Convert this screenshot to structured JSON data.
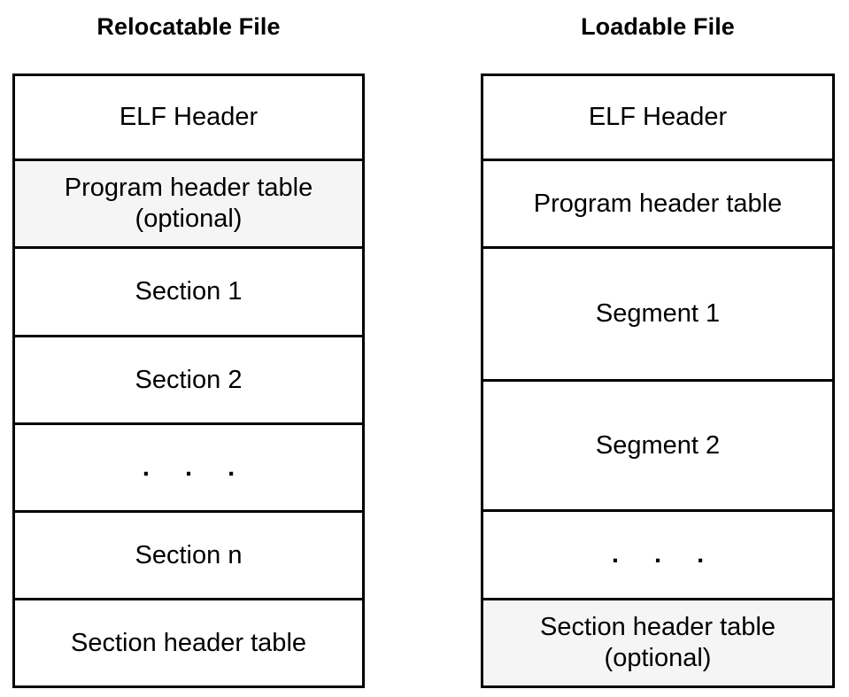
{
  "diagram": {
    "kind": "elf-file-layout-comparison",
    "columns": [
      {
        "id": "relocatable",
        "title": "Relocatable File",
        "rows": [
          {
            "label": "ELF Header",
            "sub": "",
            "shaded": false,
            "height": 96,
            "kind": "text"
          },
          {
            "label": "Program header table",
            "sub": "(optional)",
            "shaded": true,
            "height": 99,
            "kind": "text"
          },
          {
            "label": "Section 1",
            "sub": "",
            "shaded": false,
            "height": 100,
            "kind": "text"
          },
          {
            "label": "Section 2",
            "sub": "",
            "shaded": false,
            "height": 99,
            "kind": "text"
          },
          {
            "label": ". . .",
            "sub": "",
            "shaded": false,
            "height": 99,
            "kind": "dots"
          },
          {
            "label": "Section n",
            "sub": "",
            "shaded": false,
            "height": 99,
            "kind": "text"
          },
          {
            "label": "Section header table",
            "sub": "",
            "shaded": false,
            "height": 96,
            "kind": "text"
          }
        ]
      },
      {
        "id": "loadable",
        "title": "Loadable File",
        "rows": [
          {
            "label": "ELF Header",
            "sub": "",
            "shaded": false,
            "height": 96,
            "kind": "text"
          },
          {
            "label": "Program header table",
            "sub": "",
            "shaded": false,
            "height": 99,
            "kind": "text"
          },
          {
            "label": "Segment 1",
            "sub": "",
            "shaded": false,
            "height": 150,
            "kind": "text"
          },
          {
            "label": "Segment 2",
            "sub": "",
            "shaded": false,
            "height": 147,
            "kind": "text"
          },
          {
            "label": ". . .",
            "sub": "",
            "shaded": false,
            "height": 100,
            "kind": "dots"
          },
          {
            "label": "Section header table",
            "sub": "(optional)",
            "shaded": true,
            "height": 96,
            "kind": "text"
          }
        ]
      }
    ],
    "colors": {
      "border": "#000000",
      "text": "#000000",
      "background": "#ffffff",
      "shaded_cell": "#f5f5f5"
    }
  }
}
